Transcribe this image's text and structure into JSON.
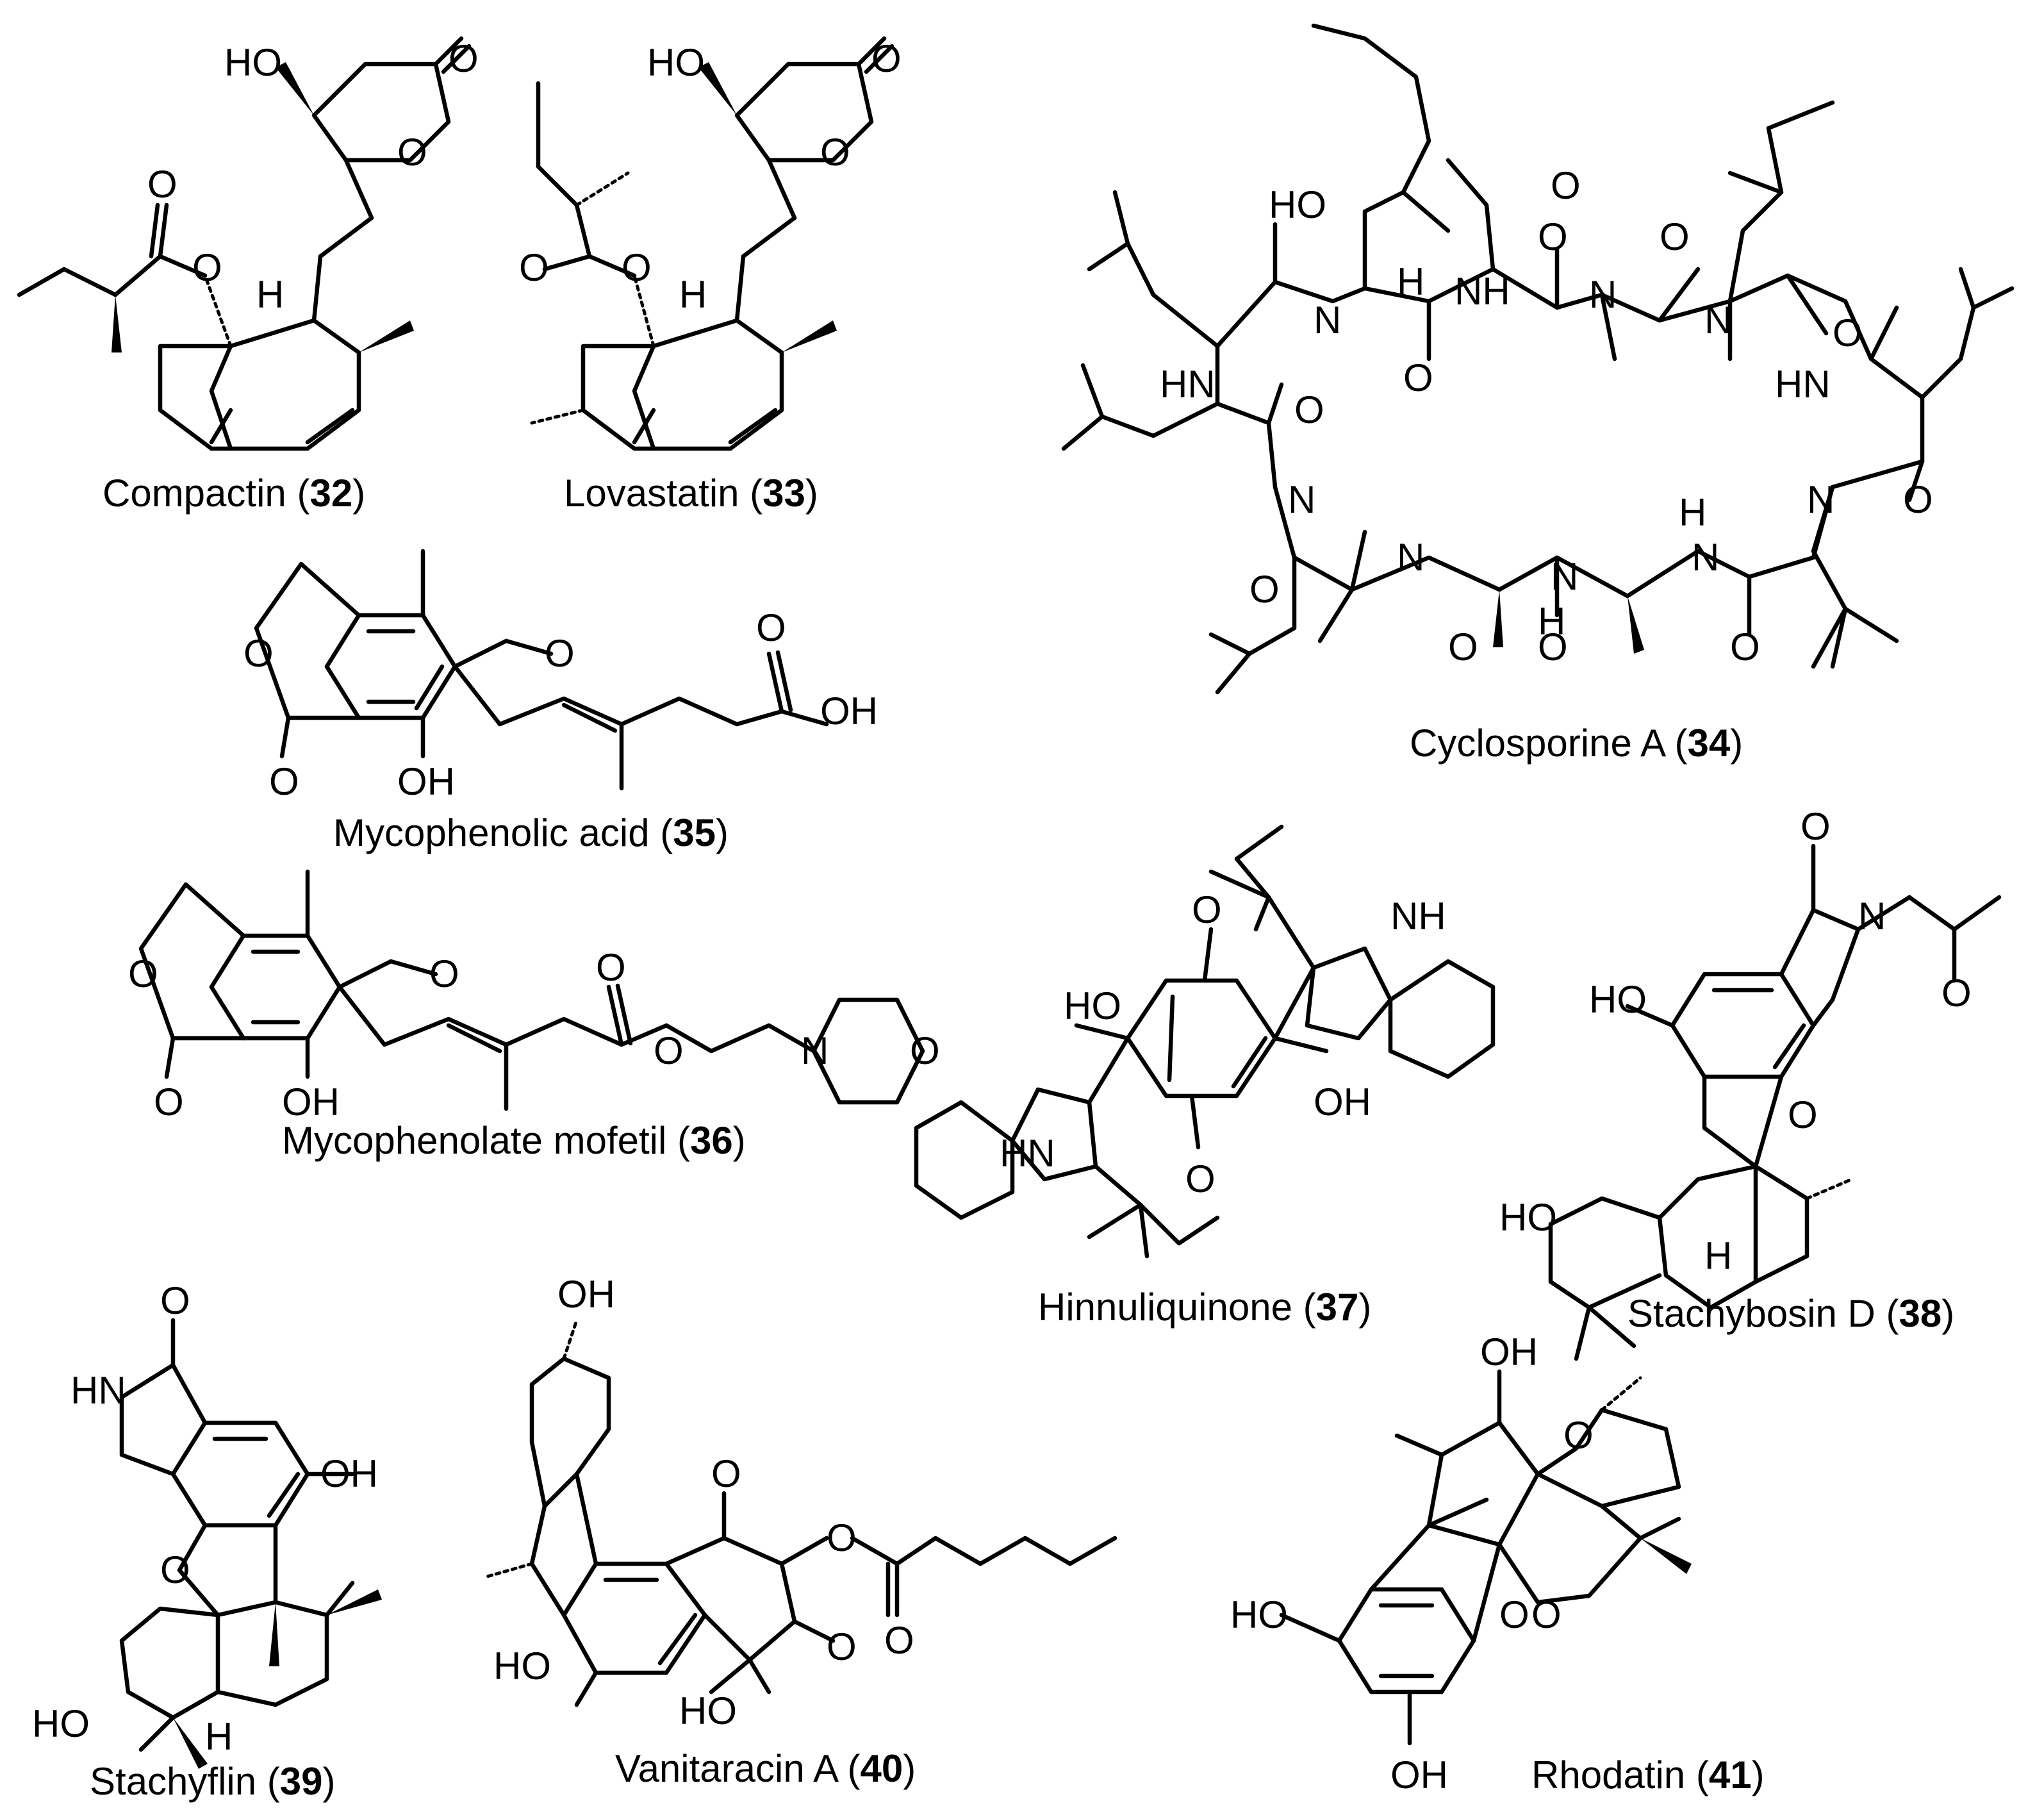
{
  "compounds": [
    {
      "name": "Compactin",
      "number": "32"
    },
    {
      "name": "Lovastatin",
      "number": "33"
    },
    {
      "name": "Cyclosporine A",
      "number": "34"
    },
    {
      "name": "Mycophenolic acid",
      "number": "35"
    },
    {
      "name": "Mycophenolate mofetil",
      "number": "36"
    },
    {
      "name": "Hinnuliquinone",
      "number": "37"
    },
    {
      "name": "Stachybosin D",
      "number": "38"
    },
    {
      "name": "Stachyflin",
      "number": "39"
    },
    {
      "name": "Vanitaracin A",
      "number": "40"
    },
    {
      "name": "Rhodatin",
      "number": "41"
    }
  ],
  "atom_labels": {
    "HO": "HO",
    "OH": "OH",
    "O": "O",
    "H": "H",
    "N": "N",
    "NH": "NH",
    "HN": "HN"
  }
}
